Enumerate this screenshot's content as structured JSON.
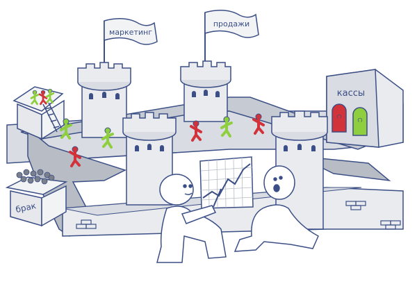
{
  "flags": {
    "marketing": "маркетинг",
    "sales": "продажи"
  },
  "labels": {
    "cashiers": "кассы",
    "defect": "брак"
  },
  "colors": {
    "outline": "#3b4f86",
    "stone_light": "#e9ebee",
    "stone_mid": "#d9dce2",
    "stone_dark": "#c5cad3",
    "road": "#b7bcc5",
    "box": "#e7e8eb",
    "red_figure": "#d2323a",
    "green_figure": "#8fcf3f",
    "dark_figure": "#7a7f8a",
    "chart_line": "#3b4f86"
  },
  "icons": [
    "flag-icon",
    "trend-chart-icon",
    "brick-icon",
    "ladder-icon"
  ]
}
